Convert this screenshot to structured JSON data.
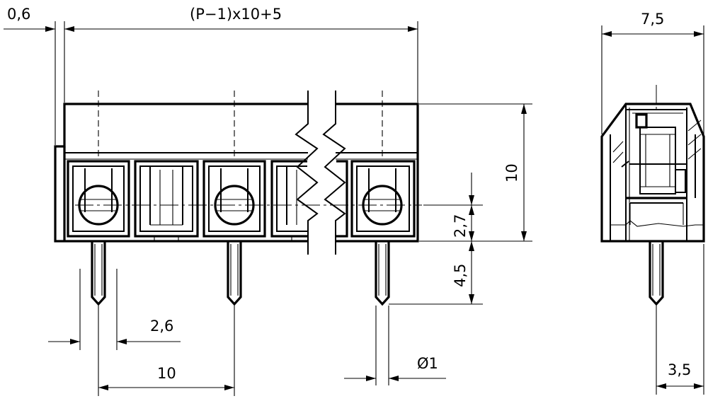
{
  "dimensions": {
    "offset_top_left": "0,6",
    "length_formula": "(P−1)x10+5",
    "side_width": "7,5",
    "height": "10",
    "pin_offset": "2,7",
    "pin_length": "4,5",
    "terminal_width": "2,6",
    "pitch": "10",
    "pin_diameter": "Ø1",
    "side_pin_offset": "3,5"
  }
}
